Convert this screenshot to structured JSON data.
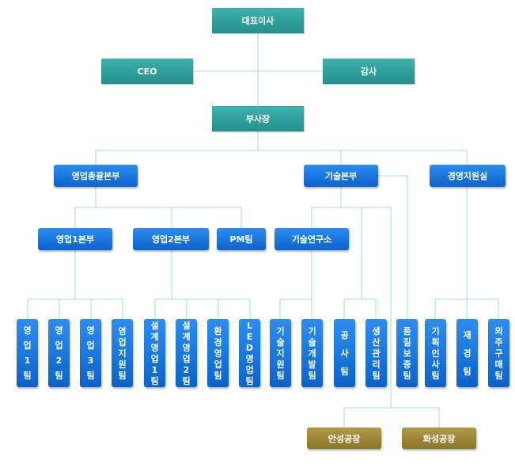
{
  "top": {
    "ceo_chair": "대표이사",
    "ceo": "CEO",
    "audit": "감사",
    "vice_president": "부사장"
  },
  "divisions": {
    "sales_hq": "영업총괄본부",
    "tech_hq": "기술본부",
    "management_support": "경영지원실"
  },
  "departments": {
    "sales1": "영업1본부",
    "sales2": "영업2본부",
    "pm": "PM팀",
    "rnd": "기술연구소"
  },
  "teams": [
    "영업1팀",
    "영업2팀",
    "영업3팀",
    "영업지원팀",
    "설계영업1팀",
    "설계영업2팀",
    "환경영업팀",
    "LED영업팀",
    "기술지원팀",
    "기술개발팀",
    "공사팀",
    "생산관리팀",
    "품질보증팀",
    "기획인사팀",
    "재경팀",
    "외주구매팀"
  ],
  "factories": {
    "anseong": "안성공장",
    "hwaseong": "화성공장"
  },
  "colors": {
    "line": "#a9d3ec",
    "teal": "#2aa19b",
    "blue": "#1777dd",
    "gold": "#a08838"
  }
}
